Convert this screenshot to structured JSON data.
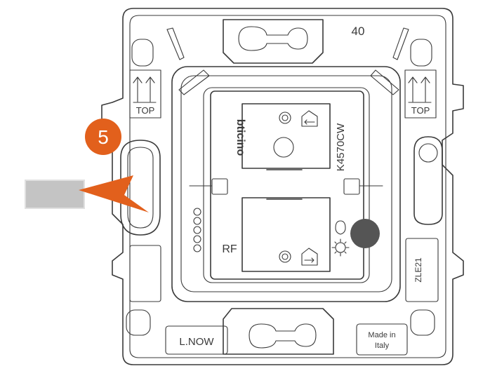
{
  "step": {
    "number": "5"
  },
  "plate": {
    "size_mark": "40",
    "top_left": "TOP",
    "top_right": "TOP",
    "logo": "bticino",
    "code": "K4570CW",
    "rf": "RF",
    "side_code": "ZLE21",
    "series": "L.NOW",
    "origin_line1": "Made in",
    "origin_line2": "Italy"
  },
  "colors": {
    "badge": "#e2601c",
    "arrow": "#e2601c",
    "line": "#3a3a3a",
    "indicator": "#555555",
    "tab": "#c4c4c4"
  }
}
